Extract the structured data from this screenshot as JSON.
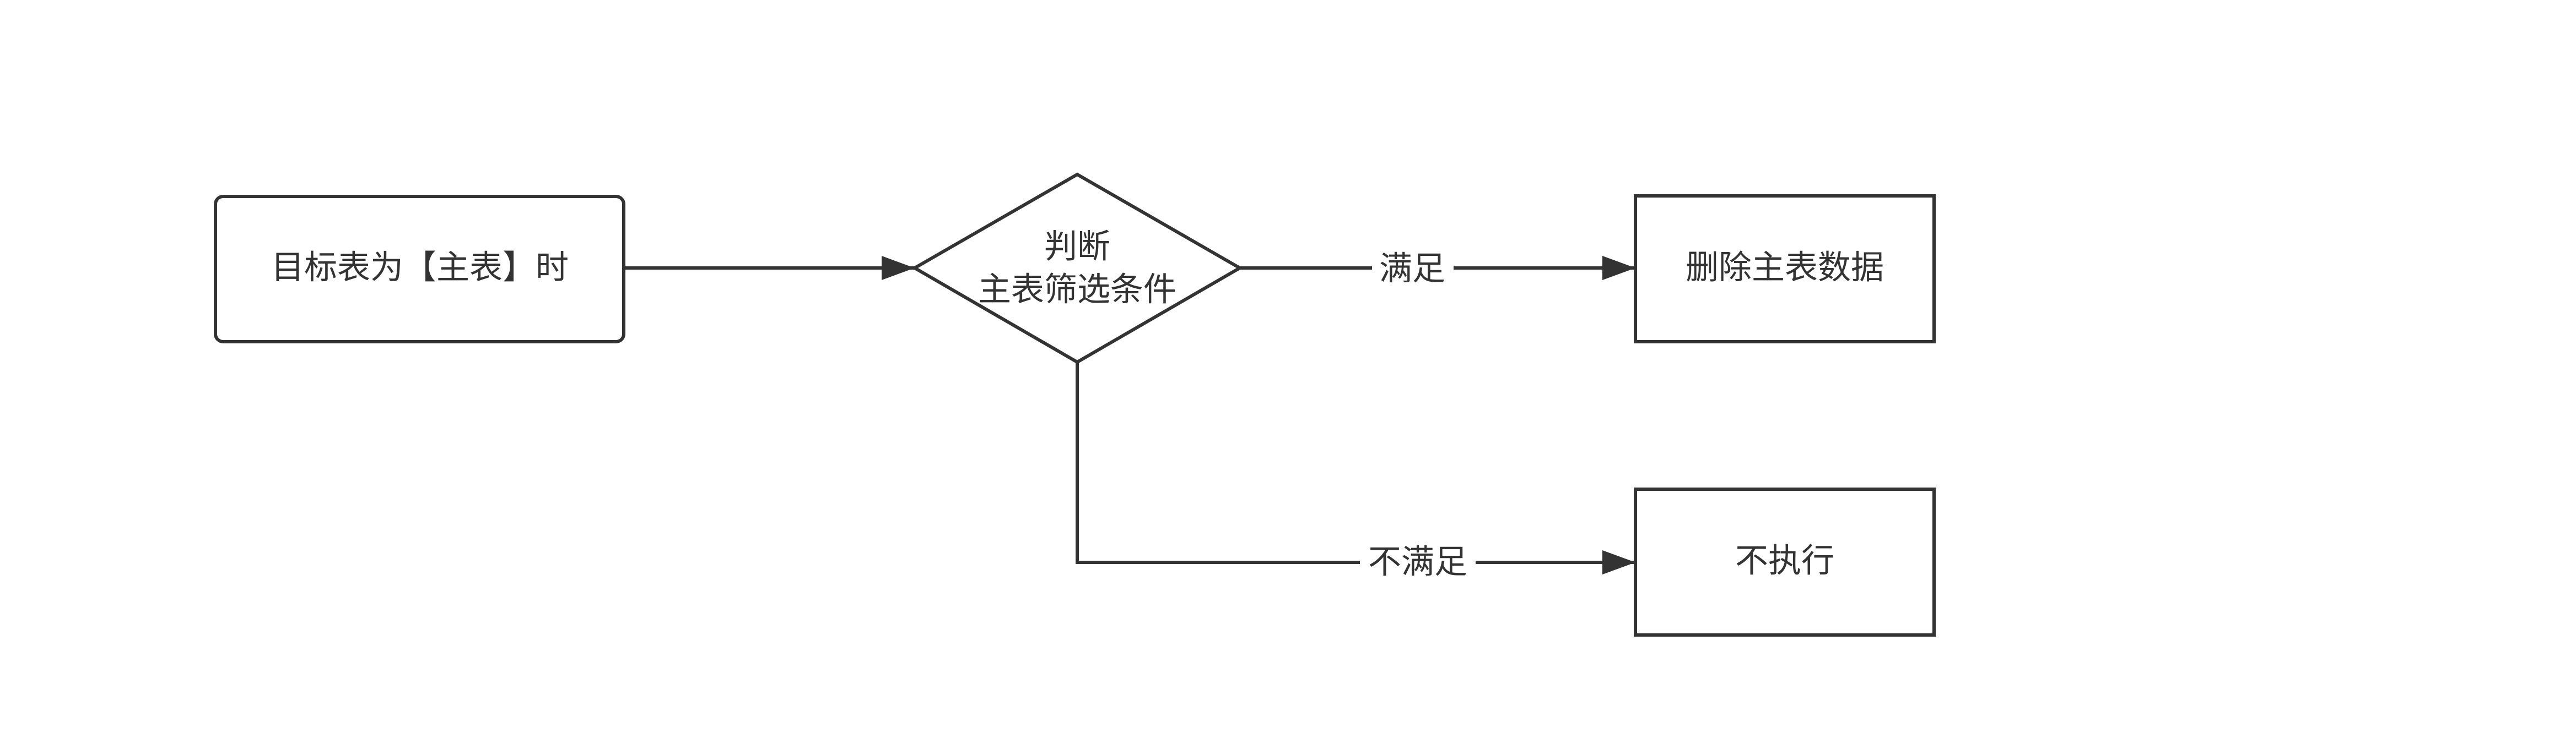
{
  "nodes": {
    "start": {
      "label": "目标表为【主表】时"
    },
    "decision": {
      "line1": "判断",
      "line2": "主表筛选条件"
    },
    "delete": {
      "label": "删除主表数据"
    },
    "noop": {
      "label": "不执行"
    }
  },
  "edges": {
    "yes": {
      "label": "满足"
    },
    "no": {
      "label": "不满足"
    }
  },
  "colors": {
    "stroke": "#333333",
    "text": "#333333",
    "background": "#ffffff"
  }
}
